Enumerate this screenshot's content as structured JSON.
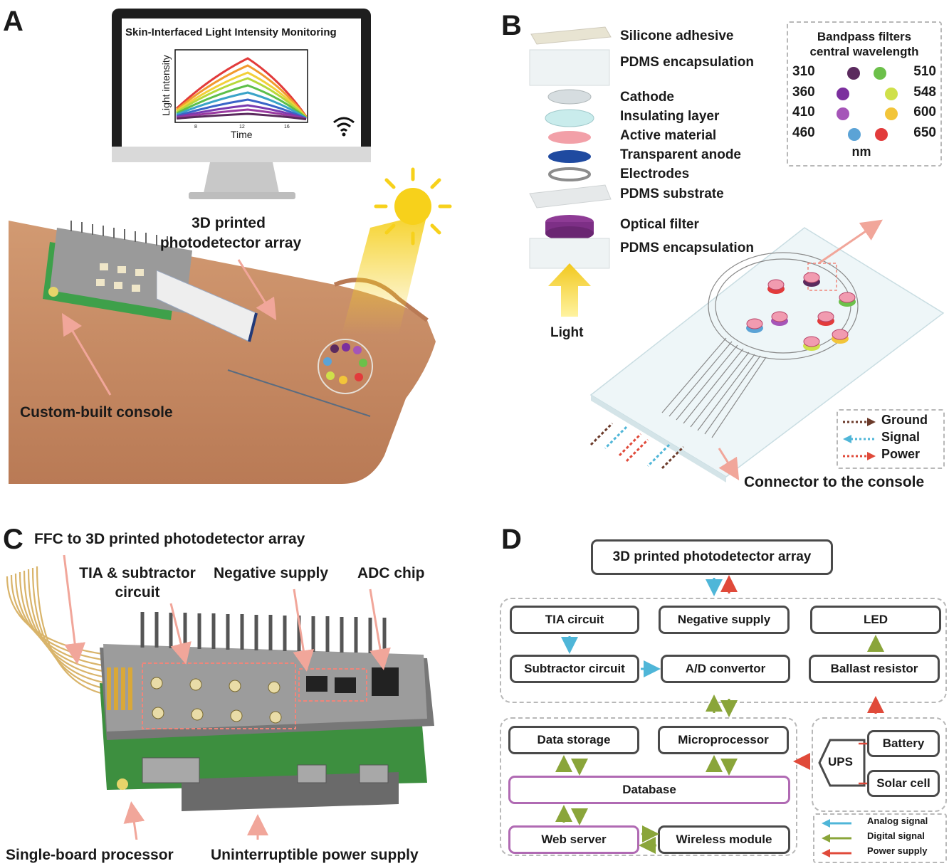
{
  "panels": {
    "a": {
      "letter": "A",
      "monitor_title": "Skin-Interfaced Light Intensity Monitoring",
      "y_axis_label": "Light intensity",
      "x_axis_label": "Time",
      "x_ticks": [
        "8",
        "12",
        "16"
      ],
      "label_array_line1": "3D printed",
      "label_array_line2": "photodetector array",
      "label_console": "Custom-built console"
    },
    "b": {
      "letter": "B",
      "layers": [
        "Silicone adhesive",
        "PDMS encapsulation",
        "Cathode",
        "Insulating layer",
        "Active material",
        "Transparent anode",
        "Electrodes",
        "PDMS substrate",
        "Optical filter",
        "PDMS encapsulation"
      ],
      "light_label": "Light",
      "filters_title_line1": "Bandpass filters",
      "filters_title_line2": "central wavelength",
      "filters_left": [
        {
          "nm": "310",
          "color": "#5b2a5e"
        },
        {
          "nm": "360",
          "color": "#7b2f9e"
        },
        {
          "nm": "410",
          "color": "#a555b8"
        },
        {
          "nm": "460",
          "color": "#5ba3d6"
        }
      ],
      "filters_right": [
        {
          "nm": "510",
          "color": "#6cc04a"
        },
        {
          "nm": "548",
          "color": "#cfe04a"
        },
        {
          "nm": "600",
          "color": "#f2c53a"
        },
        {
          "nm": "650",
          "color": "#e23b3b"
        }
      ],
      "filters_unit": "nm",
      "legend": [
        {
          "label": "Ground",
          "color": "#6b3a2a"
        },
        {
          "label": "Signal",
          "color": "#4fb6d8"
        },
        {
          "label": "Power",
          "color": "#e04a3a"
        }
      ],
      "connector_label": "Connector to the console"
    },
    "c": {
      "letter": "C",
      "label_ffc": "FFC to 3D printed photodetector array",
      "label_tia_line1": "TIA & subtractor",
      "label_tia_line2": "circuit",
      "label_negative": "Negative supply",
      "label_adc": "ADC chip",
      "label_sbp": "Single-board processor",
      "label_ups": "Uninterruptible power supply"
    },
    "d": {
      "letter": "D",
      "top_box": "3D printed photodetector array",
      "tia": "TIA circuit",
      "negative": "Negative supply",
      "led": "LED",
      "subtractor": "Subtractor circuit",
      "adc": "A/D convertor",
      "ballast": "Ballast resistor",
      "data_storage": "Data storage",
      "microprocessor": "Microprocessor",
      "database": "Database",
      "web_server": "Web server",
      "wireless": "Wireless module",
      "ups": "UPS",
      "battery": "Battery",
      "solar": "Solar cell",
      "legend": [
        {
          "label": "Analog signal",
          "color": "#4fb6d8"
        },
        {
          "label": "Digital signal",
          "color": "#8aa53a"
        },
        {
          "label": "Power supply",
          "color": "#e04a3a"
        }
      ]
    }
  }
}
